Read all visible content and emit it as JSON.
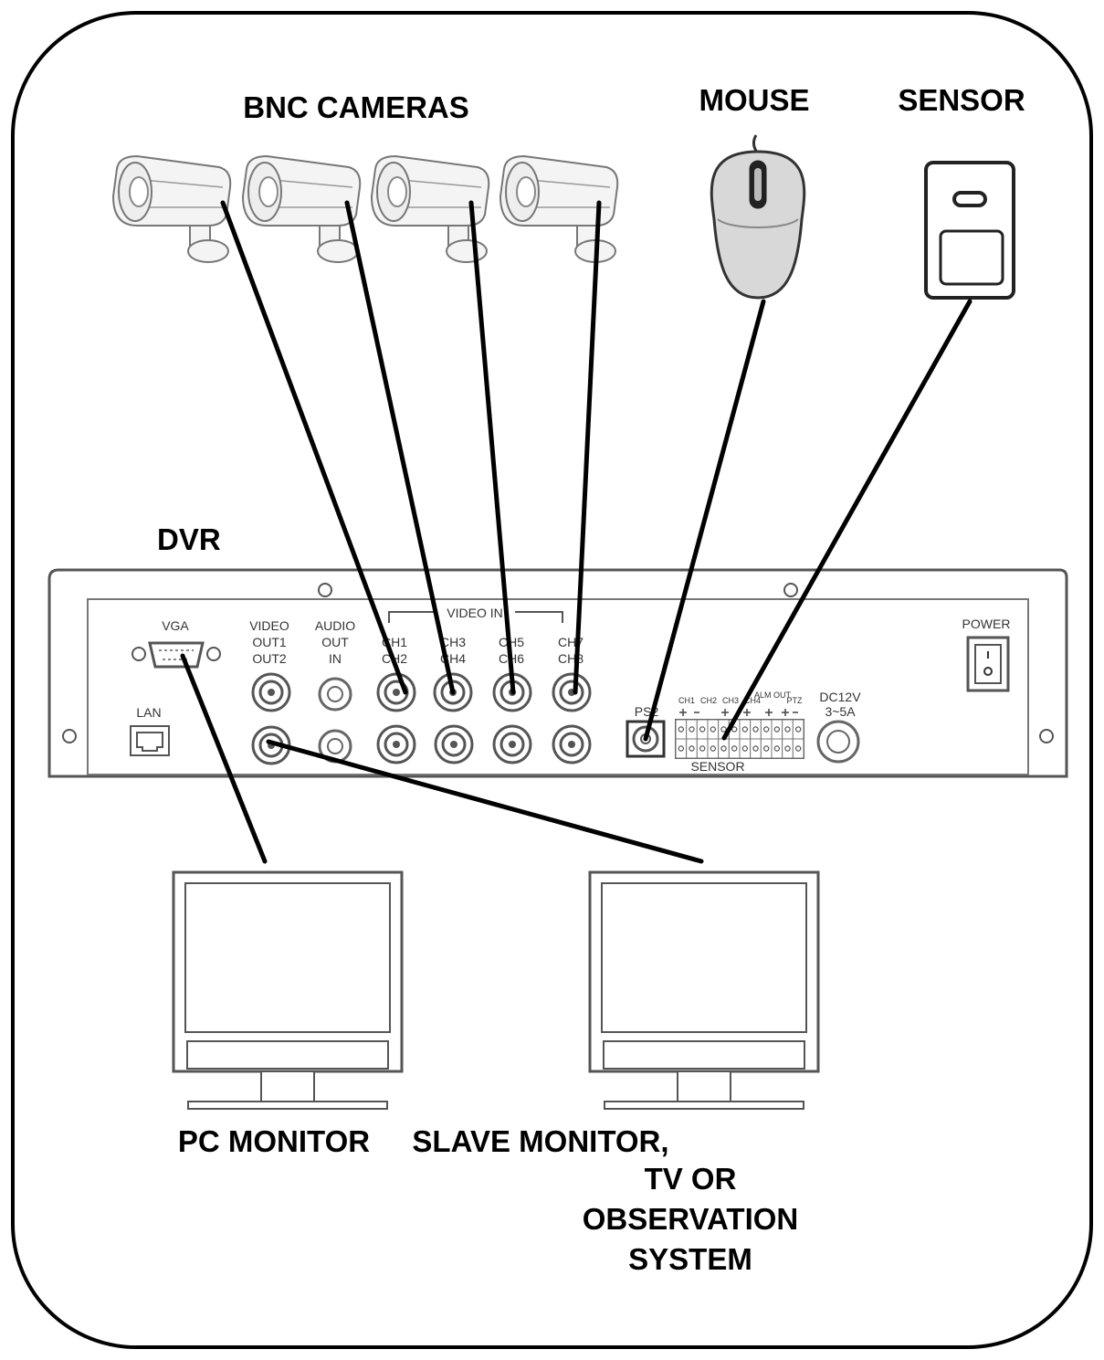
{
  "labels": {
    "cameras": "BNC CAMERAS",
    "mouse": "MOUSE",
    "sensor": "SENSOR",
    "dvr": "DVR",
    "pc_monitor": "PC MONITOR",
    "slave_monitor_lines": [
      "SLAVE MONITOR,",
      "TV OR",
      "OBSERVATION",
      "SYSTEM"
    ]
  },
  "dvr_panel": {
    "vga": "VGA",
    "lan": "LAN",
    "video_out": [
      "VIDEO",
      "OUT1",
      "OUT2"
    ],
    "audio": [
      "AUDIO",
      "OUT",
      "IN"
    ],
    "video_in": "VIDEO IN",
    "channels_top": [
      "CH1",
      "CH3",
      "CH5",
      "CH7"
    ],
    "channels_bottom": [
      "CH2",
      "CH4",
      "CH6",
      "CH8"
    ],
    "ps2": "PS2",
    "sensor_terminal_header": [
      "CH1",
      "CH2",
      "CH3",
      "CH4",
      "ALM OUT",
      "PTZ"
    ],
    "sensor_terminal": "SENSOR",
    "dc": [
      "DC12V",
      "3~5A"
    ],
    "power": "POWER"
  },
  "colors": {
    "line": "#000000",
    "device_stroke": "#444444",
    "device_fill": "#f4f4f4",
    "connector": "#555555"
  }
}
